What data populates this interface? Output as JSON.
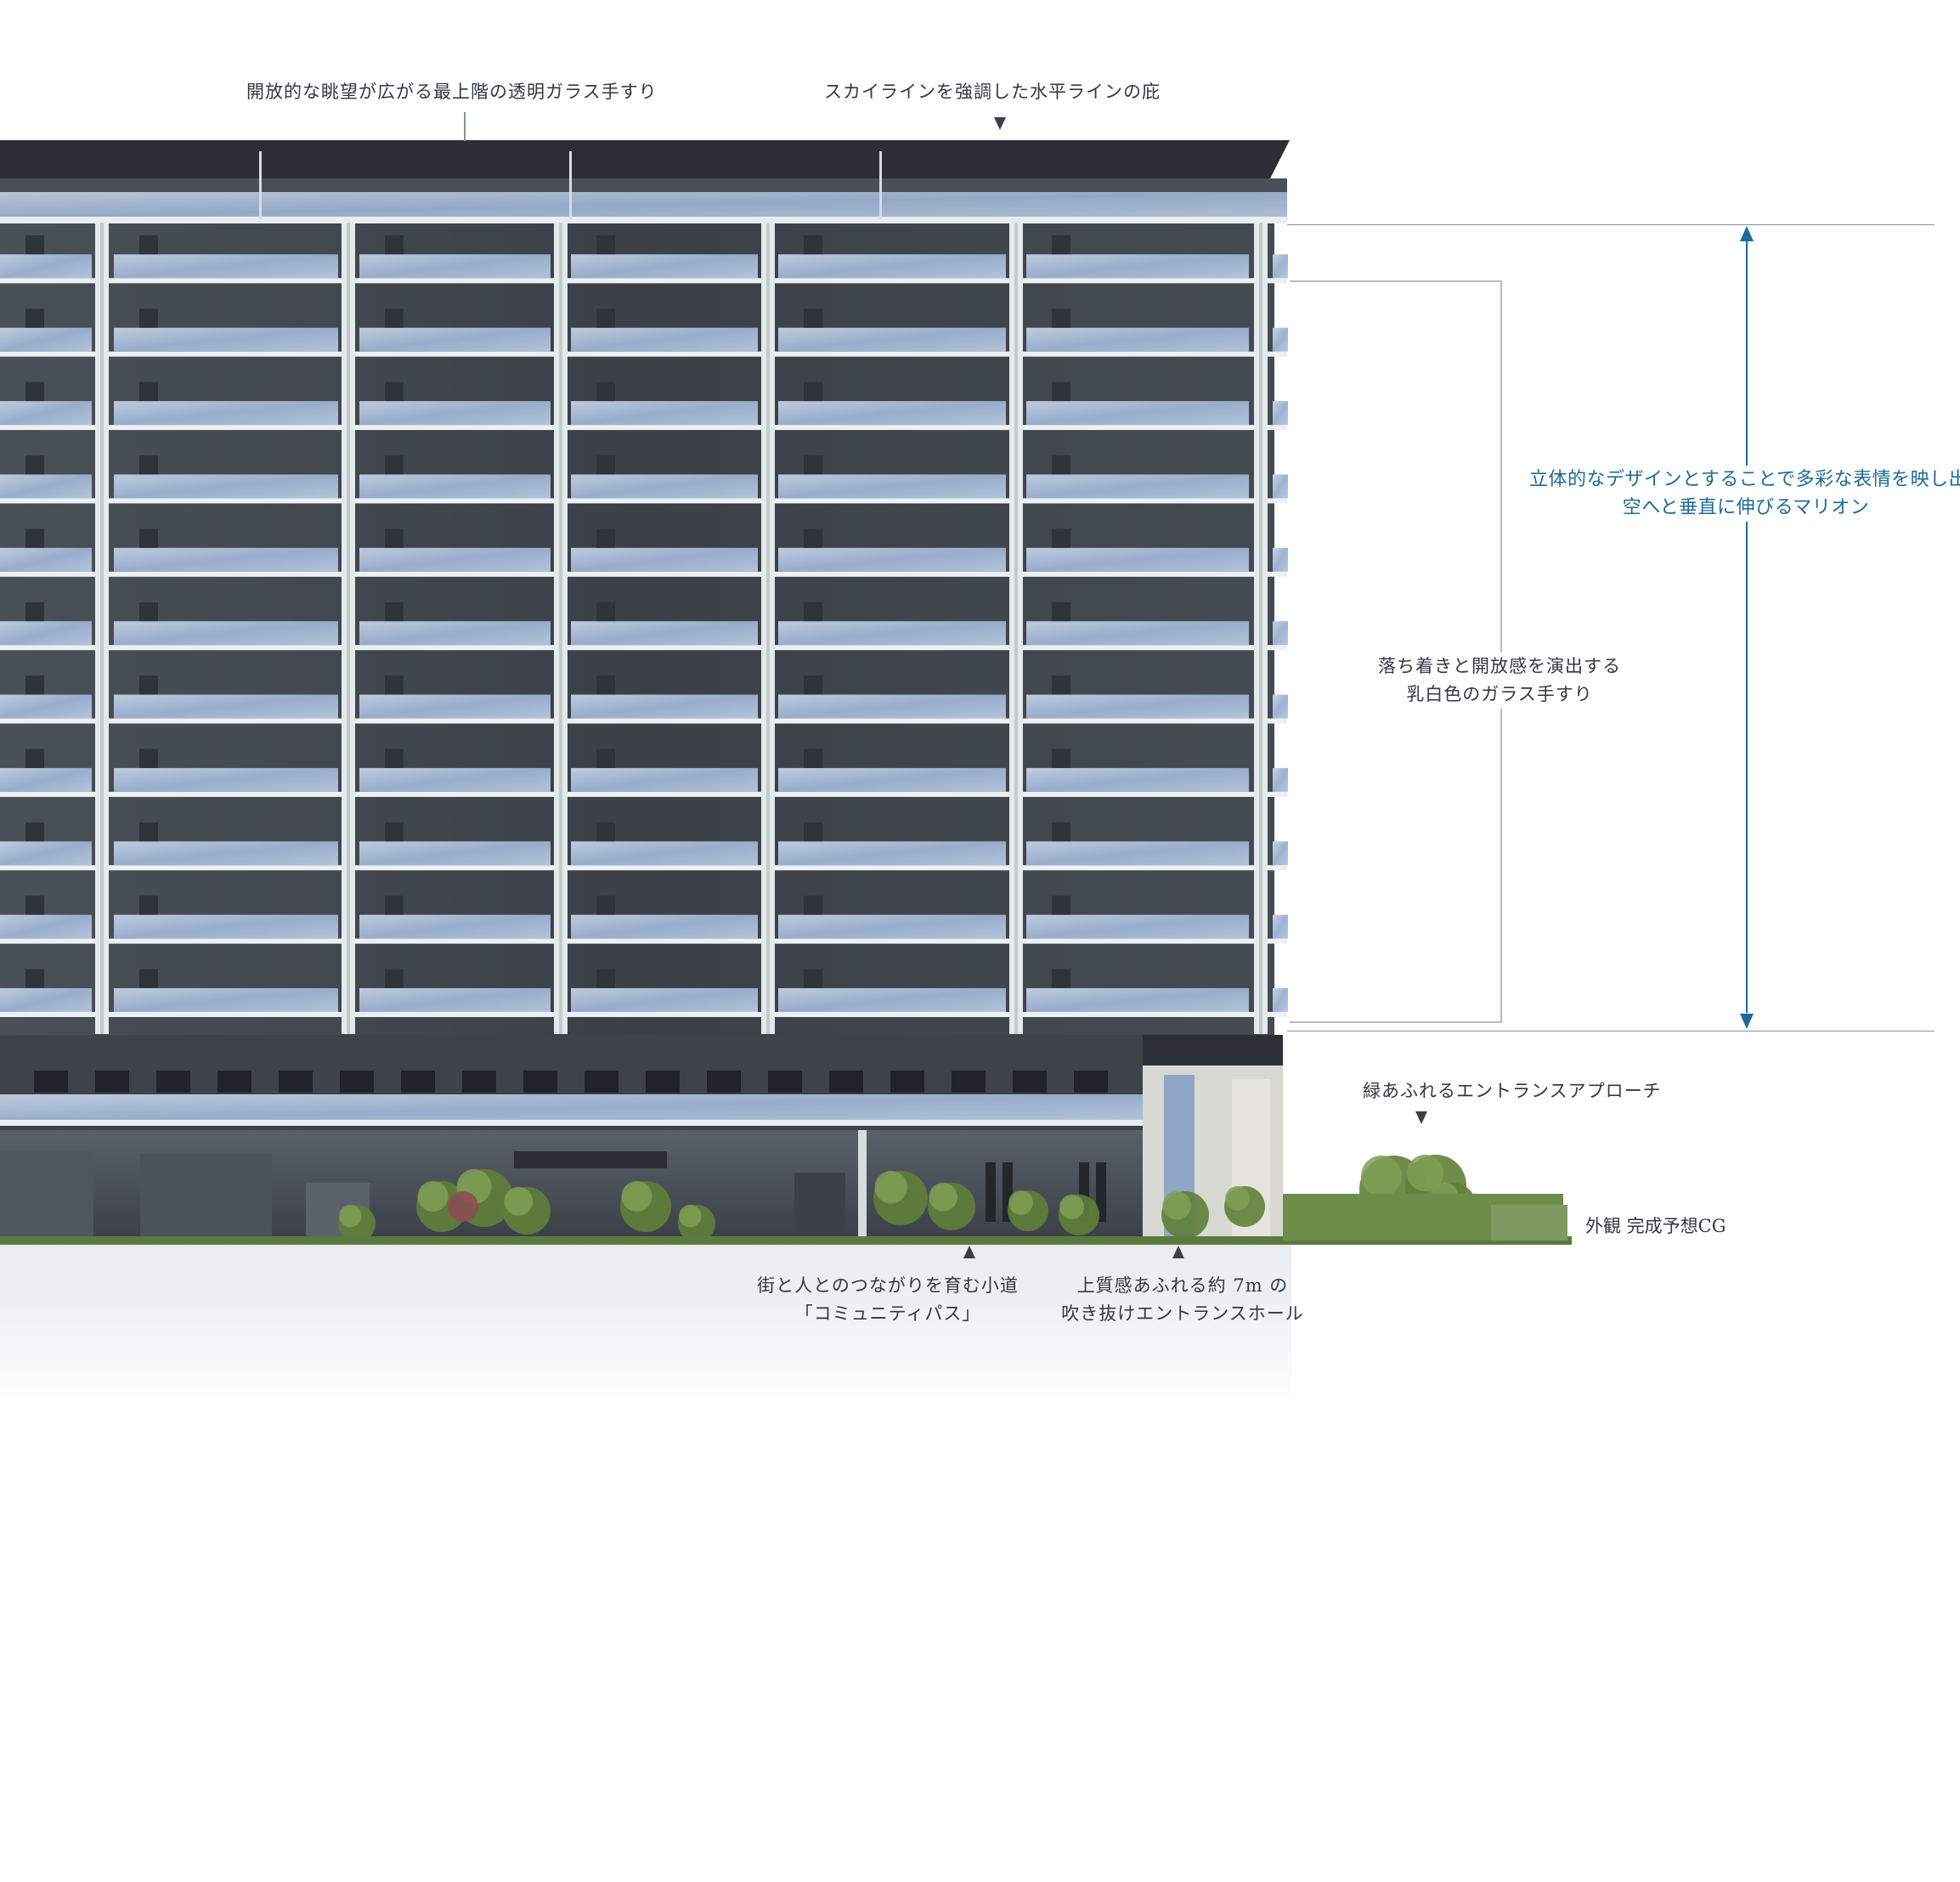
{
  "annotations": {
    "rooftop_glass": "開放的な眺望が広がる最上階の透明ガラス手すり",
    "eave_line": "スカイラインを強調した水平ラインの庇",
    "mullion_line1": "立体的なデザインとすることで多彩な表情を映し出す",
    "mullion_line2": "空へと垂直に伸びるマリオン",
    "milky_glass_line1": "落ち着きと開放感を演出する",
    "milky_glass_line2": "乳白色のガラス手すり",
    "entrance_approach": "緑あふれるエントランスアプローチ",
    "community_path_line1": "街と人とのつながりを育む小道",
    "community_path_line2": "「コミュニティパス」",
    "entrance_hall_line1": "上質感あふれる約 7m の",
    "entrance_hall_line2": "吹き抜けエントランスホール"
  },
  "caption": "外観 完成予想CG",
  "colors": {
    "annotation_text": "#333840",
    "mullion_accent": "#1c6a9a",
    "facade_dark": "#3c4148",
    "balcony_glass": "#a9bdd9",
    "mullion": "#e4e9ec"
  }
}
